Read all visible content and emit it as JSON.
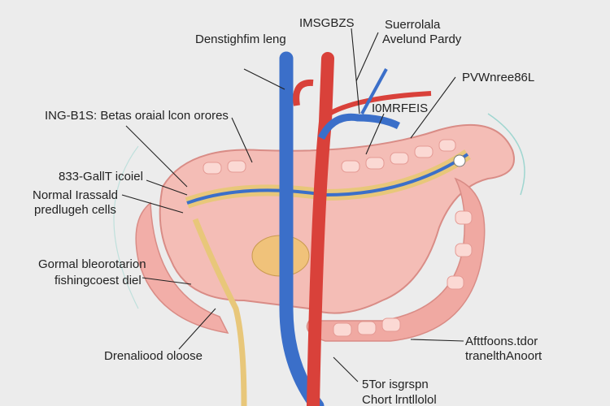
{
  "labels": {
    "top_left": "Denstighfim leng",
    "top_center": "IMSGBZS",
    "top_right_1": "Suerrolala",
    "top_right_2": "Avelund Pardy",
    "far_right": "PVWnree86L",
    "mid_top": "I0MRFEIS",
    "left_1": "ING-B1S:  Betas oraial lcon orores",
    "left_2": "833-GallT icoiel",
    "left_3a": "Normal Irassald",
    "left_3b": "predlugeh cells",
    "left_4a": "Gormal bleorotarion",
    "left_4b": "fishingcoest diel",
    "bottom_left": "Drenaliood oloose",
    "bottom_right_a": "Afttfoons.tdor",
    "bottom_right_b": "tranelthAnoort",
    "bottom_center_a": "5Tor isgrspn",
    "bottom_center_b": "Chort lrntllolol"
  },
  "colors": {
    "vein": "#3b6fc9",
    "artery": "#d9413a",
    "tissue": "#f2b3ad",
    "duct": "#e8c77a"
  }
}
